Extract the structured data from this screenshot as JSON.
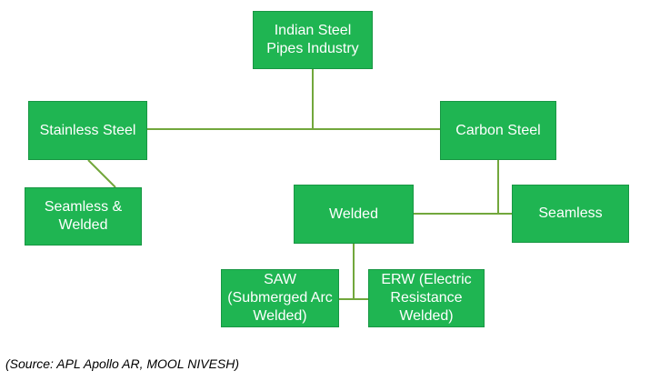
{
  "diagram": {
    "nodes": {
      "root": "Indian Steel\nPipes Industry",
      "stainless_steel": "Stainless Steel",
      "carbon_steel": "Carbon Steel",
      "seamless_welded": "Seamless &\nWelded",
      "welded": "Welded",
      "seamless": "Seamless",
      "saw": "SAW\n(Submerged Arc\nWelded)",
      "erw": "ERW (Electric\nResistance\nWelded)"
    },
    "source": "(Source: APL Apollo AR, MOOL NIVESH)",
    "colors": {
      "node_fill": "#1fb552",
      "connector": "#72a73c",
      "node_text": "#ffffff"
    }
  }
}
